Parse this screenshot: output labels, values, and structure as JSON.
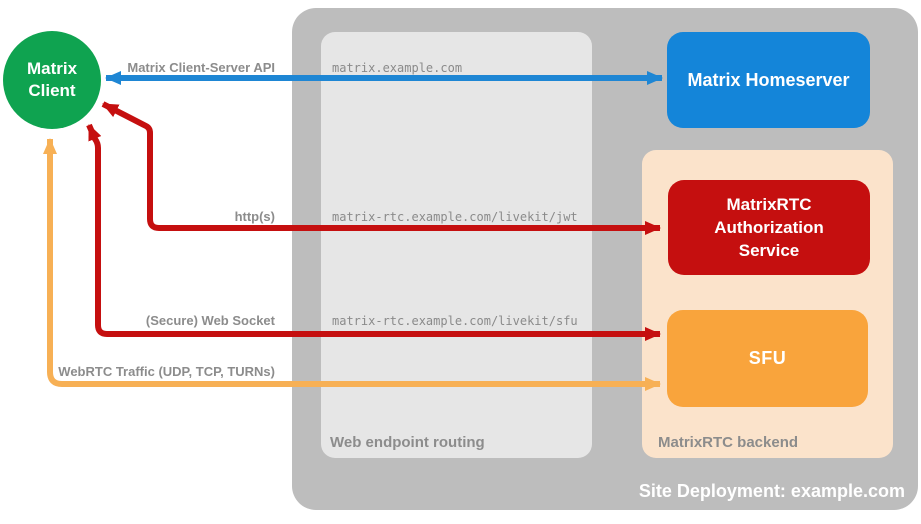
{
  "colors": {
    "background": "#ffffff",
    "site_container": "#bdbdbd",
    "web_routing_box": "#e6e6e6",
    "rtc_backend_box": "#fbe3cb",
    "homeserver_blue": "#1485d9",
    "auth_red": "#c50f0f",
    "sfu_orange": "#f9a43c",
    "client_green": "#0fa350",
    "arrow_blue": "#1e86d4",
    "arrow_red": "#c50f0f",
    "arrow_orange": "#f7b055"
  },
  "nodes": {
    "client": {
      "lines": [
        "Matrix",
        "Client"
      ]
    },
    "homeserver": {
      "label": "Matrix Homeserver"
    },
    "auth": {
      "lines": [
        "MatrixRTC",
        "Authorization",
        "Service"
      ]
    },
    "sfu": {
      "label": "SFU"
    }
  },
  "containers": {
    "site": {
      "label": "Site Deployment: example.com"
    },
    "web_routing": {
      "label": "Web endpoint routing"
    },
    "rtc_backend": {
      "label": "MatrixRTC backend"
    }
  },
  "endpoints": [
    {
      "path": "matrix.example.com"
    },
    {
      "path": "matrix-rtc.example.com/livekit/jwt"
    },
    {
      "path": "matrix-rtc.example.com/livekit/sfu"
    }
  ],
  "arrows": [
    {
      "label": "Matrix Client-Server API"
    },
    {
      "label": "http(s)"
    },
    {
      "label": "(Secure) Web Socket"
    },
    {
      "label": "WebRTC Traffic (UDP, TCP, TURNs)"
    }
  ]
}
